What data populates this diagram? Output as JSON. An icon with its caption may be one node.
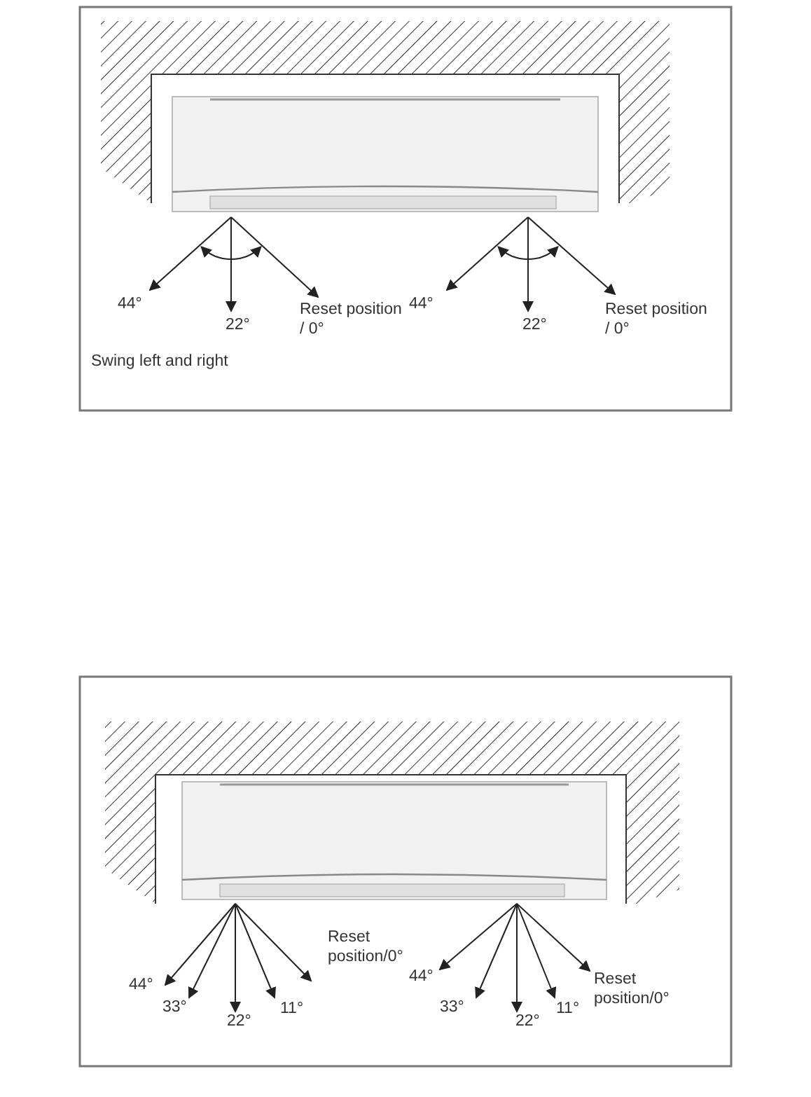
{
  "diagram": {
    "labels": [
      "44°",
      "22°",
      "Reset position / 0°",
      "44°",
      "22°",
      "Reset position / 0°",
      "Swing left and right",
      "Reset position/0°",
      "44°",
      "44°",
      "33°",
      "22°",
      "11°",
      "33°",
      "22°",
      "11°",
      "Reset position/0°"
    ]
  }
}
